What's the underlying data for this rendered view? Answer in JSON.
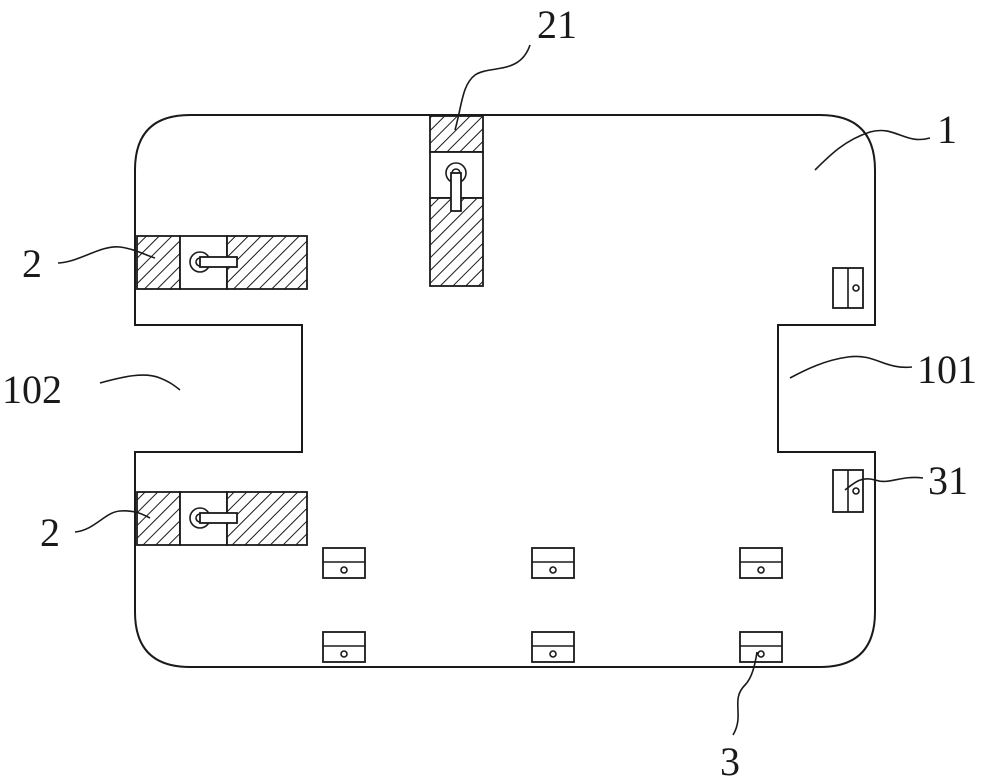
{
  "labels": {
    "body": "1",
    "notch_right": "101",
    "notch_left": "102",
    "clamp_upper_left": "2",
    "clamp_lower_left": "2",
    "clamp_top": "21",
    "tab_bottom": "3",
    "tab_side": "31"
  },
  "colors": {
    "line": "#1a1a1a",
    "background": "#ffffff"
  }
}
